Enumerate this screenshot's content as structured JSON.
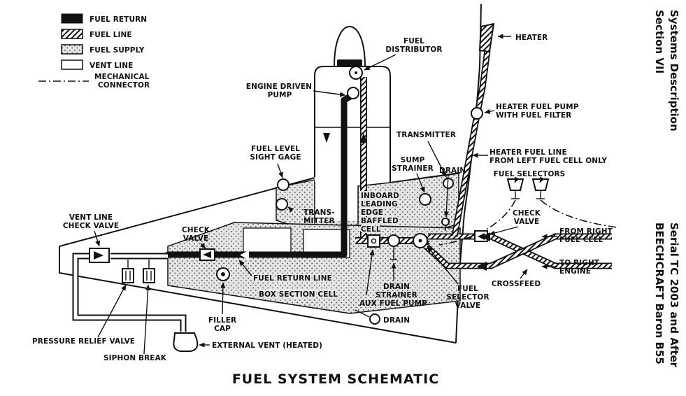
{
  "title": "FUEL SYSTEM SCHEMATIC",
  "side_margin": {
    "top": [
      "Section VII",
      "Systems Description"
    ],
    "bottom": [
      "BEECHCRAFT Baron B55",
      "Serial TC 2003 and After"
    ]
  },
  "legend": {
    "fuel_return": "FUEL RETURN",
    "fuel_line": "FUEL LINE",
    "fuel_supply": "FUEL SUPPLY",
    "vent_line": "VENT LINE",
    "mechanical_connector": [
      "MECHANICAL",
      "CONNECTOR"
    ]
  },
  "labels": {
    "fuel_distributor": [
      "FUEL",
      "DISTRIBUTOR"
    ],
    "heater": "HEATER",
    "engine_driven_pump": [
      "ENGINE DRIVEN",
      "PUMP"
    ],
    "heater_fuel_pump": [
      "HEATER FUEL PUMP",
      "WITH FUEL FILTER"
    ],
    "transmitter_right": "TRANSMITTER",
    "fuel_level_sight_gage": [
      "FUEL LEVEL",
      "SIGHT GAGE"
    ],
    "sump_strainer": [
      "SUMP",
      "STRAINER"
    ],
    "drain_top": "DRAIN",
    "heater_fuel_line": [
      "HEATER FUEL LINE",
      "FROM LEFT FUEL CELL ONLY"
    ],
    "fuel_selectors": "FUEL SELECTORS",
    "inboard_cell": [
      "INBOARD",
      "LEADING",
      "EDGE",
      "BAFFLED",
      "CELL"
    ],
    "check_valve_right": [
      "CHECK",
      "VALVE"
    ],
    "check_valve_left": [
      "CHECK",
      "VALVE"
    ],
    "vent_line_check_valve": [
      "VENT LINE",
      "CHECK VALVE"
    ],
    "from_right_fuel_cell": [
      "FROM RIGHT",
      "FUEL CELL"
    ],
    "to_right_engine": [
      "TO RIGHT",
      "ENGINE"
    ],
    "crossfeed": "CROSSFEED",
    "transmitter_left": [
      "TRANS-",
      "MITTER"
    ],
    "fuel_return_line": "FUEL RETURN LINE",
    "drain_strainer": [
      "DRAIN",
      "STRAINER"
    ],
    "aux_fuel_pump": "AUX FUEL PUMP",
    "fuel_selector_valve": [
      "FUEL",
      "SELECTOR",
      "VALVE"
    ],
    "box_section_cell": "BOX SECTION CELL",
    "filler_cap": [
      "FILLER",
      "CAP"
    ],
    "drain_bottom": "DRAIN",
    "pressure_relief_valve": "PRESSURE RELIEF VALVE",
    "siphon_break": "SIPHON BREAK",
    "external_vent": "EXTERNAL VENT (HEATED)"
  }
}
